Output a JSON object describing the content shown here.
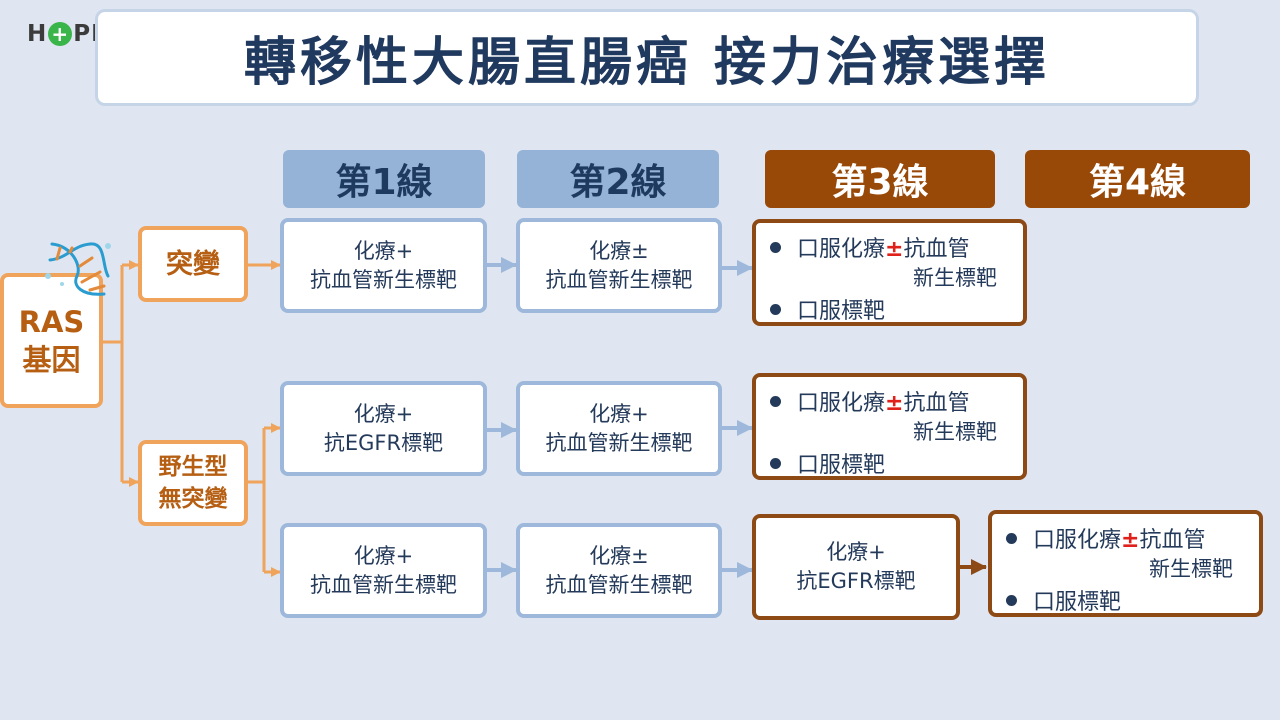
{
  "logo": {
    "part1": "H",
    "part2": "PE",
    "cross_glyph": "+"
  },
  "title": "轉移性大腸直腸癌 接力治療選擇",
  "lines": [
    "第1線",
    "第2線",
    "第3線",
    "第4線"
  ],
  "ras": {
    "label_1": "RAS",
    "label_2": "基因",
    "icon": "dna-icon"
  },
  "mutant": {
    "label": "突變"
  },
  "wildtype": {
    "label_1": "野生型",
    "label_2": "無突變"
  },
  "row1": {
    "l1": [
      "化療+",
      "抗血管新生標靶"
    ],
    "l2": [
      "化療±",
      "抗血管新生標靶"
    ],
    "l3": {
      "opt1_a": "口服化療",
      "opt1_pm": "±",
      "opt1_b": "抗血管",
      "opt1_c": "新生標靶",
      "opt2": "口服標靶"
    }
  },
  "row2": {
    "l1": [
      "化療+",
      "抗EGFR標靶"
    ],
    "l2": [
      "化療+",
      "抗血管新生標靶"
    ],
    "l3": {
      "opt1_a": "口服化療",
      "opt1_pm": "±",
      "opt1_b": "抗血管",
      "opt1_c": "新生標靶",
      "opt2": "口服標靶"
    }
  },
  "row3": {
    "l1": [
      "化療+",
      "抗血管新生標靶"
    ],
    "l2": [
      "化療±",
      "抗血管新生標靶"
    ],
    "l3": [
      "化療+",
      "抗EGFR標靶"
    ],
    "l4": {
      "opt1_a": "口服化療",
      "opt1_pm": "±",
      "opt1_b": "抗血管",
      "opt1_c": "新生標靶",
      "opt2": "口服標靶"
    }
  },
  "colors": {
    "blue_border": "#9db8da",
    "brown": "#984807",
    "orange": "#f0a35a",
    "plus_minus": "#e0201b",
    "arrow_blue": "#9db8da"
  }
}
